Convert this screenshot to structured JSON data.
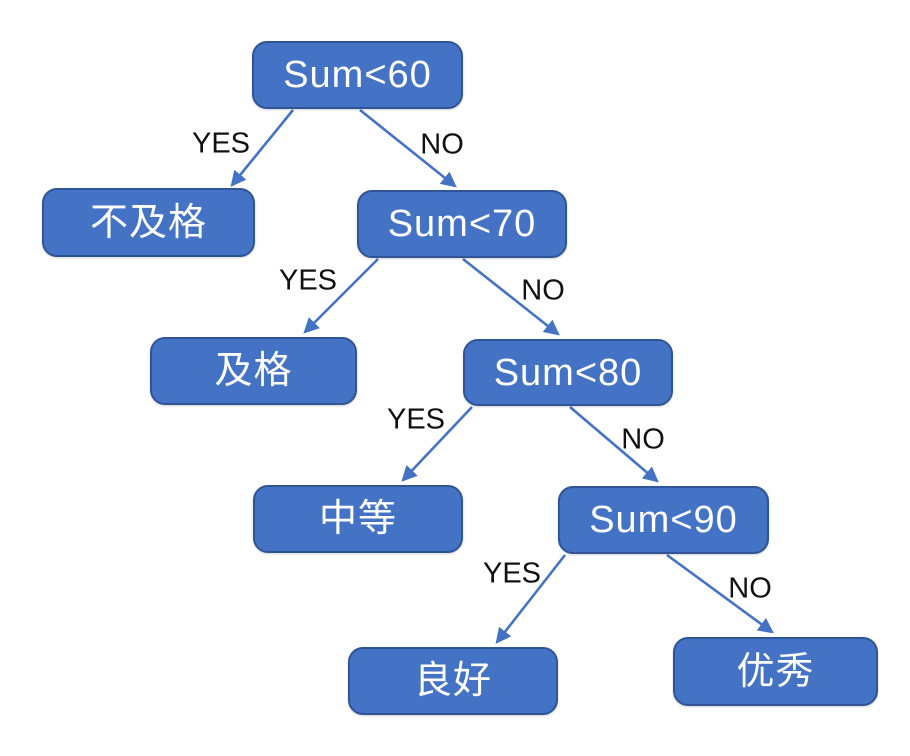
{
  "diagram": {
    "type": "decision-tree",
    "description": "Score grading decision tree",
    "nodes": {
      "sum60": {
        "label": "Sum<60",
        "kind": "decision"
      },
      "bujige": {
        "label": "不及格",
        "kind": "outcome"
      },
      "sum70": {
        "label": "Sum<70",
        "kind": "decision"
      },
      "jige": {
        "label": "及格",
        "kind": "outcome"
      },
      "sum80": {
        "label": "Sum<80",
        "kind": "decision"
      },
      "zhongdeng": {
        "label": "中等",
        "kind": "outcome"
      },
      "sum90": {
        "label": "Sum<90",
        "kind": "decision"
      },
      "lianghao": {
        "label": "良好",
        "kind": "outcome"
      },
      "youxiu": {
        "label": "优秀",
        "kind": "outcome"
      }
    },
    "edges": [
      {
        "from": "sum60",
        "to": "bujige",
        "label": "YES"
      },
      {
        "from": "sum60",
        "to": "sum70",
        "label": "NO"
      },
      {
        "from": "sum70",
        "to": "jige",
        "label": "YES"
      },
      {
        "from": "sum70",
        "to": "sum80",
        "label": "NO"
      },
      {
        "from": "sum80",
        "to": "zhongdeng",
        "label": "YES"
      },
      {
        "from": "sum80",
        "to": "sum90",
        "label": "NO"
      },
      {
        "from": "sum90",
        "to": "lianghao",
        "label": "YES"
      },
      {
        "from": "sum90",
        "to": "youxiu",
        "label": "NO"
      }
    ],
    "colors": {
      "background": "#ffffff",
      "node_fill": "#4472C4",
      "node_border": "#2F5597",
      "node_text": "#ffffff",
      "edge": "#4472C4",
      "edge_label_text": "#111111"
    }
  }
}
